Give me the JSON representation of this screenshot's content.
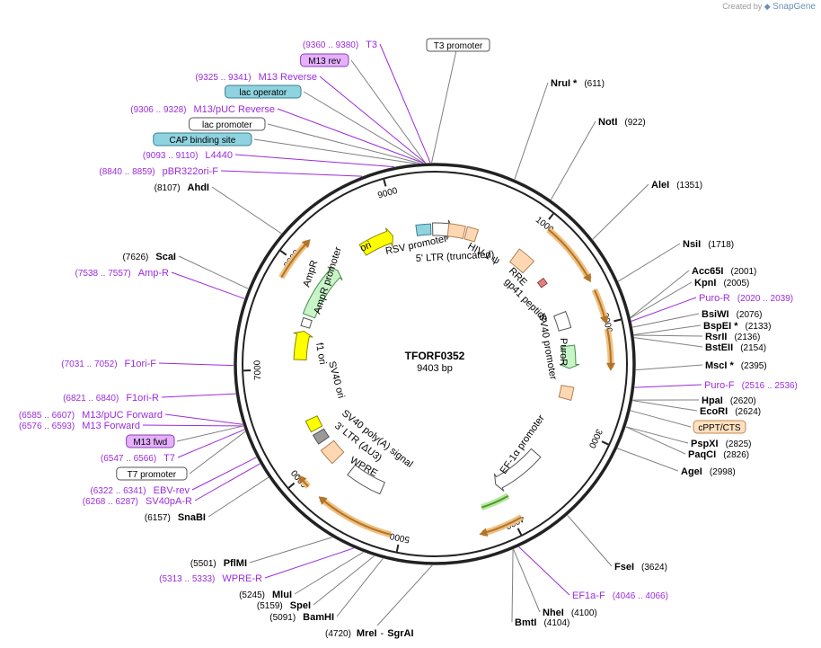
{
  "credit": {
    "prefix": "Created by",
    "brand": "SnapGene"
  },
  "plasmid": {
    "name": "TFORF0352",
    "length": "9403 bp",
    "total_bp": 9403
  },
  "colors": {
    "backbone": "#222222",
    "enzyme_line": "#808080",
    "primer": "#9b2cdb",
    "orf_fill": "#ffffff",
    "amp_fill": "#c8f5c8",
    "ori_fill": "#ffff00",
    "promoter_fill": "#ffffff",
    "ltr_fill": "#ffd8b3",
    "puro_fill": "#c8f5c8",
    "wpre_fill": "#ffffff",
    "feature_orange": "#e0a64b",
    "feature_green": "#7bc043",
    "protein_bind_fill": "#8fd3e0",
    "misc_feature_fill": "#e5b0ff"
  },
  "ticks": [
    {
      "bp": 1000,
      "label": "1000"
    },
    {
      "bp": 2000,
      "label": "2000"
    },
    {
      "bp": 3000,
      "label": "3000"
    },
    {
      "bp": 4000,
      "label": "4000"
    },
    {
      "bp": 5000,
      "label": "5000"
    },
    {
      "bp": 6000,
      "label": "6000"
    },
    {
      "bp": 7000,
      "label": "7000"
    },
    {
      "bp": 8000,
      "label": "8000"
    },
    {
      "bp": 9000,
      "label": "9000"
    }
  ],
  "right_labels": [
    {
      "kind": "enzyme",
      "name": "NruI *",
      "pos": "(611)",
      "bp": 611
    },
    {
      "kind": "enzyme",
      "name": "NotI",
      "pos": "(922)",
      "bp": 922
    },
    {
      "kind": "enzyme",
      "name": "AleI",
      "pos": "(1351)",
      "bp": 1351
    },
    {
      "kind": "enzyme",
      "name": "NsiI",
      "pos": "(1718)",
      "bp": 1718
    },
    {
      "kind": "enzyme",
      "name": "Acc65I",
      "pos": "(2001)",
      "bp": 2001
    },
    {
      "kind": "enzyme",
      "name": "KpnI",
      "pos": "(2005)",
      "bp": 2005
    },
    {
      "kind": "primer",
      "name": "Puro-R",
      "pos": "(2020 .. 2039)",
      "bp": 2030
    },
    {
      "kind": "enzyme",
      "name": "BsiWI",
      "pos": "(2076)",
      "bp": 2076
    },
    {
      "kind": "enzyme",
      "name": "BspEI *",
      "pos": "(2133)",
      "bp": 2133
    },
    {
      "kind": "enzyme",
      "name": "RsrII",
      "pos": "(2136)",
      "bp": 2136
    },
    {
      "kind": "enzyme",
      "name": "BstEII",
      "pos": "(2154)",
      "bp": 2154
    },
    {
      "kind": "enzyme",
      "name": "MscI *",
      "pos": "(2395)",
      "bp": 2395
    },
    {
      "kind": "primer",
      "name": "Puro-F",
      "pos": "(2516 .. 2536)",
      "bp": 2526
    },
    {
      "kind": "enzyme",
      "name": "HpaI",
      "pos": "(2620)",
      "bp": 2620
    },
    {
      "kind": "enzyme",
      "name": "EcoRI",
      "pos": "(2624)",
      "bp": 2624
    },
    {
      "kind": "box",
      "name": "cPPT/CTS",
      "pos": "",
      "bp": 2700,
      "fill": "#ffe0c0",
      "stroke": "#c08a50"
    },
    {
      "kind": "enzyme",
      "name": "PspXI",
      "pos": "(2825)",
      "bp": 2825
    },
    {
      "kind": "enzyme",
      "name": "PaqCI",
      "pos": "(2826)",
      "bp": 2826
    },
    {
      "kind": "enzyme",
      "name": "AgeI",
      "pos": "(2998)",
      "bp": 2998
    },
    {
      "kind": "enzyme",
      "name": "FseI",
      "pos": "(3624)",
      "bp": 3624
    },
    {
      "kind": "primer",
      "name": "EF1a-F",
      "pos": "(4046 .. 4066)",
      "bp": 4056
    },
    {
      "kind": "enzyme",
      "name": "NheI",
      "pos": "(4100)",
      "bp": 4100
    },
    {
      "kind": "enzyme",
      "name": "BmtI",
      "pos": "(4104)",
      "bp": 4104
    }
  ],
  "bottom_label": {
    "name1": "MreI",
    "name2": "SgrAI",
    "pos": "(4720)",
    "bp": 4720
  },
  "left_labels": [
    {
      "kind": "primer",
      "name": "T3",
      "pos": "(9360 .. 9380)",
      "bp": 9370
    },
    {
      "kind": "box",
      "name": "M13 rev",
      "pos": "",
      "bp": 9333,
      "fill": "#e5b0ff",
      "stroke": "#8a3fb0"
    },
    {
      "kind": "primer",
      "name": "M13 Reverse",
      "pos": "(9325 .. 9341)",
      "bp": 9333
    },
    {
      "kind": "box",
      "name": "lac operator",
      "pos": "",
      "bp": 9318,
      "fill": "#8fd3e0",
      "stroke": "#3a7f8f"
    },
    {
      "kind": "primer",
      "name": "M13/pUC Reverse",
      "pos": "(9306 .. 9328)",
      "bp": 9317
    },
    {
      "kind": "box",
      "name": "lac promoter",
      "pos": "",
      "bp": 9290,
      "fill": "#ffffff",
      "stroke": "#555555"
    },
    {
      "kind": "box",
      "name": "CAP binding site",
      "pos": "",
      "bp": 9260,
      "fill": "#8fd3e0",
      "stroke": "#3a7f8f"
    },
    {
      "kind": "primer",
      "name": "L4440",
      "pos": "(9093 .. 9110)",
      "bp": 9100
    },
    {
      "kind": "primer",
      "name": "pBR322ori-F",
      "pos": "(8840 .. 8859)",
      "bp": 8850
    },
    {
      "kind": "enzyme",
      "name": "AhdI",
      "pos": "(8107)",
      "bp": 8107
    },
    {
      "kind": "enzyme",
      "name": "ScaI",
      "pos": "(7626)",
      "bp": 7626
    },
    {
      "kind": "primer",
      "name": "Amp-R",
      "pos": "(7538 .. 7557)",
      "bp": 7547
    },
    {
      "kind": "primer",
      "name": "F1ori-F",
      "pos": "(7031 .. 7052)",
      "bp": 7041
    },
    {
      "kind": "primer",
      "name": "F1ori-R",
      "pos": "(6821 .. 6840)",
      "bp": 6830
    },
    {
      "kind": "primer",
      "name": "M13/pUC Forward",
      "pos": "(6585 .. 6607)",
      "bp": 6596
    },
    {
      "kind": "primer",
      "name": "M13 Forward",
      "pos": "(6576 .. 6593)",
      "bp": 6584
    },
    {
      "kind": "box",
      "name": "M13 fwd",
      "pos": "",
      "bp": 6584,
      "fill": "#e5b0ff",
      "stroke": "#8a3fb0"
    },
    {
      "kind": "primer",
      "name": "T7",
      "pos": "(6547 .. 6566)",
      "bp": 6556
    },
    {
      "kind": "box",
      "name": "T7 promoter",
      "pos": "",
      "bp": 6540,
      "fill": "#ffffff",
      "stroke": "#555555"
    },
    {
      "kind": "primer",
      "name": "EBV-rev",
      "pos": "(6322 .. 6341)",
      "bp": 6331
    },
    {
      "kind": "primer",
      "name": "SV40pA-R",
      "pos": "(6268 .. 6287)",
      "bp": 6277
    },
    {
      "kind": "enzyme",
      "name": "SnaBI",
      "pos": "(6157)",
      "bp": 6157
    },
    {
      "kind": "enzyme",
      "name": "PflMI",
      "pos": "(5501)",
      "bp": 5501
    },
    {
      "kind": "primer",
      "name": "WPRE-R",
      "pos": "(5313 .. 5333)",
      "bp": 5323
    },
    {
      "kind": "enzyme",
      "name": "MluI",
      "pos": "(5245)",
      "bp": 5245
    },
    {
      "kind": "enzyme",
      "name": "SpeI",
      "pos": "(5159)",
      "bp": 5159
    },
    {
      "kind": "enzyme",
      "name": "BamHI",
      "pos": "(5091)",
      "bp": 5091
    }
  ],
  "top_box": {
    "name": "T3 promoter",
    "bp": 9380
  },
  "inner_labels": {
    "rsv_promoter": "RSV promoter",
    "ltr5": "5' LTR (truncated)",
    "hiv_psi": "HIV-1 ψ",
    "rre": "RRE",
    "gp41": "gp41 peptide",
    "sv40_promoter": "SV40 promoter",
    "puror": "PuroR",
    "ef1a": "EF-1α promoter",
    "wpre": "WPRE",
    "ltr3": "3' LTR (ΔU3)",
    "sv40_polya": "SV40 poly(A) signal",
    "sv40_ori": "SV40 ori",
    "f1_ori": "f1 ori",
    "ampr_promoter": "AmpR promoter",
    "ampr": "AmpR",
    "ori": "ori"
  }
}
